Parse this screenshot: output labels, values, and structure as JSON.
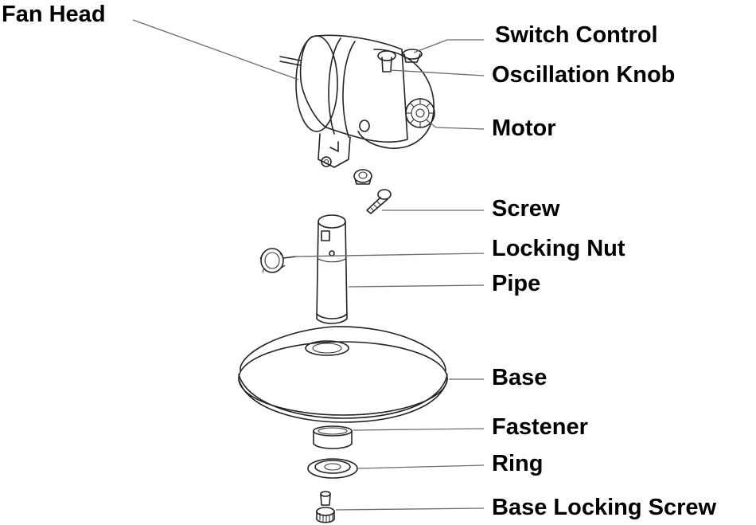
{
  "labels": {
    "fan_head": "Fan Head",
    "switch_control": "Switch Control",
    "oscillation_knob": "Oscillation Knob",
    "motor": "Motor",
    "screw": "Screw",
    "locking_nut": "Locking Nut",
    "pipe": "Pipe",
    "base": "Base",
    "fastener": "Fastener",
    "ring": "Ring",
    "base_locking_screw": "Base Locking Screw"
  },
  "colors": {
    "text": "#000000",
    "line": "#222222",
    "leader": "#6b6b6b",
    "background": "#ffffff"
  }
}
